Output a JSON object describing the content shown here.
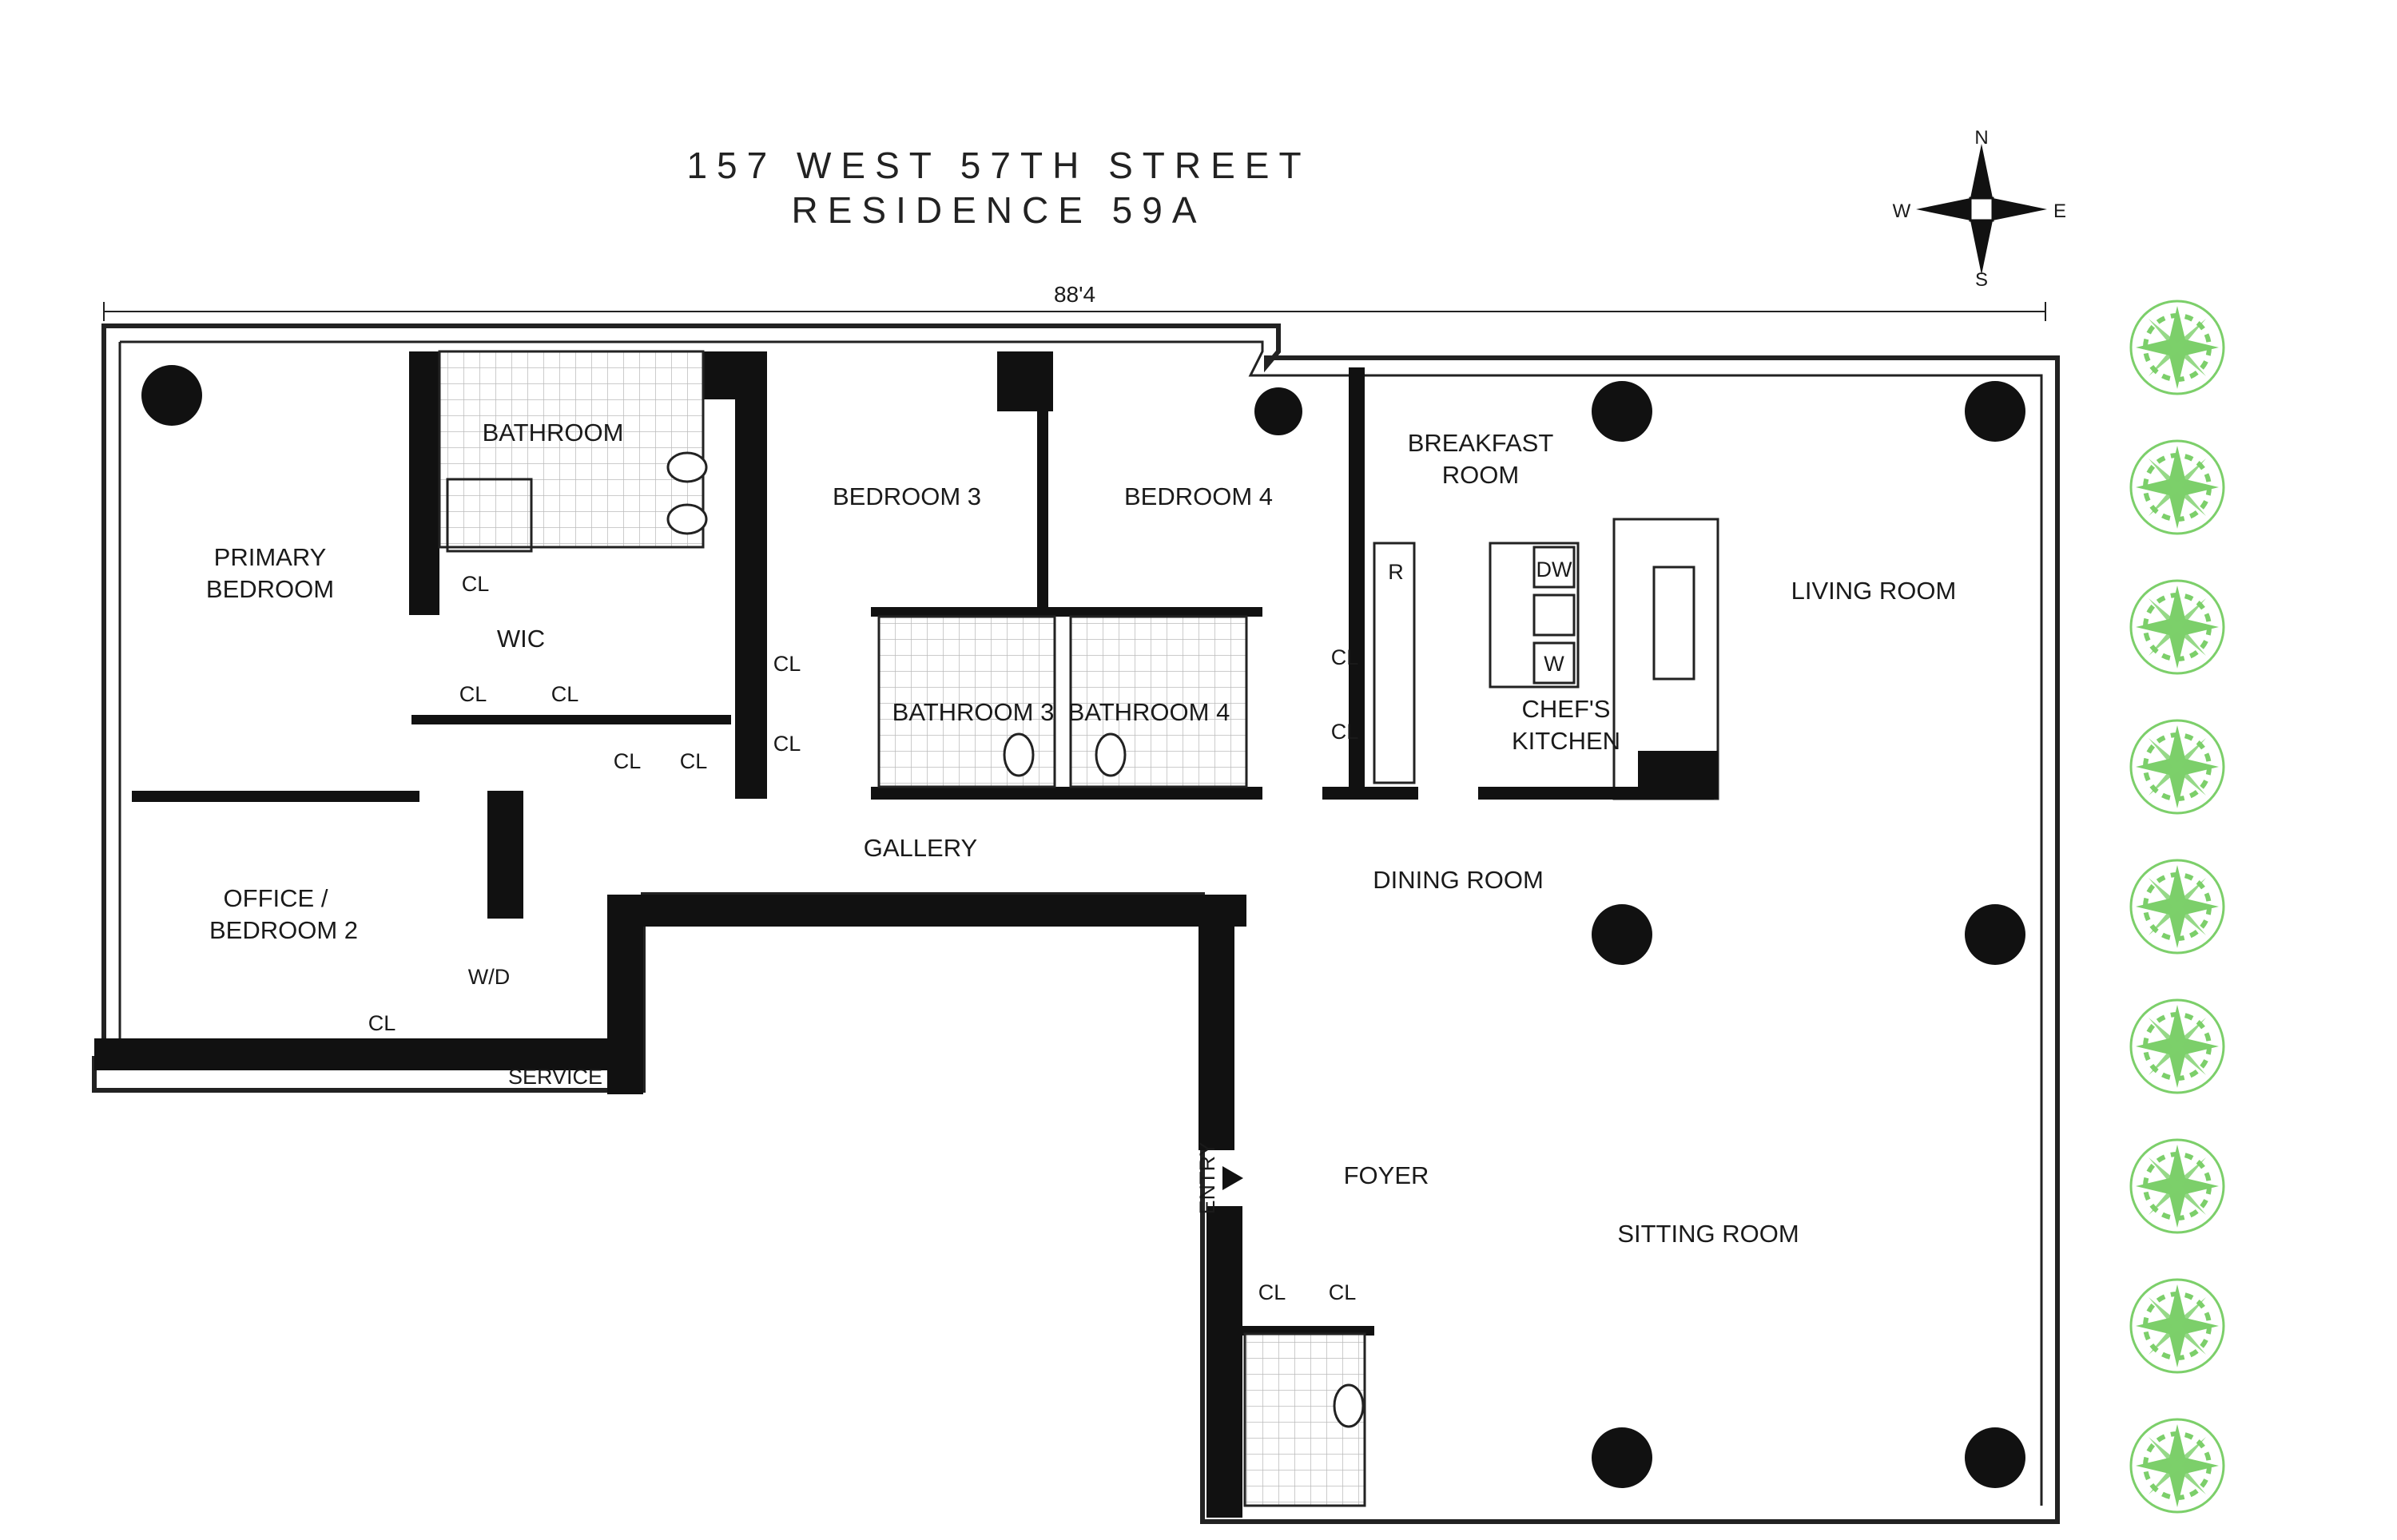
{
  "header": {
    "address": "157 WEST 57TH STREET",
    "residence": "RESIDENCE 59A"
  },
  "dimension": "88'4",
  "compass": {
    "north": "N",
    "south": "S",
    "east": "E",
    "west": "W"
  },
  "rooms": {
    "bathroom": "BATHROOM",
    "primary_bedroom_1": "PRIMARY",
    "primary_bedroom_2": "BEDROOM",
    "bedroom3": "BEDROOM 3",
    "bedroom4": "BEDROOM 4",
    "breakfast_1": "BREAKFAST",
    "breakfast_2": "ROOM",
    "living": "LIVING ROOM",
    "wic": "WIC",
    "bathroom3": "BATHROOM 3",
    "bathroom4": "BATHROOM 4",
    "kitchen_1": "CHEF'S",
    "kitchen_2": "KITCHEN",
    "gallery": "GALLERY",
    "dining": "DINING ROOM",
    "office_1": "OFFICE /",
    "office_2": "BEDROOM 2",
    "service": "SERVICE",
    "entry": "ENTRY",
    "foyer": "FOYER",
    "sitting": "SITTING ROOM"
  },
  "fixtures": {
    "closet": "CL",
    "refrigerator": "R",
    "dishwasher": "DW",
    "washer": "W",
    "washer_dryer": "W/D"
  }
}
